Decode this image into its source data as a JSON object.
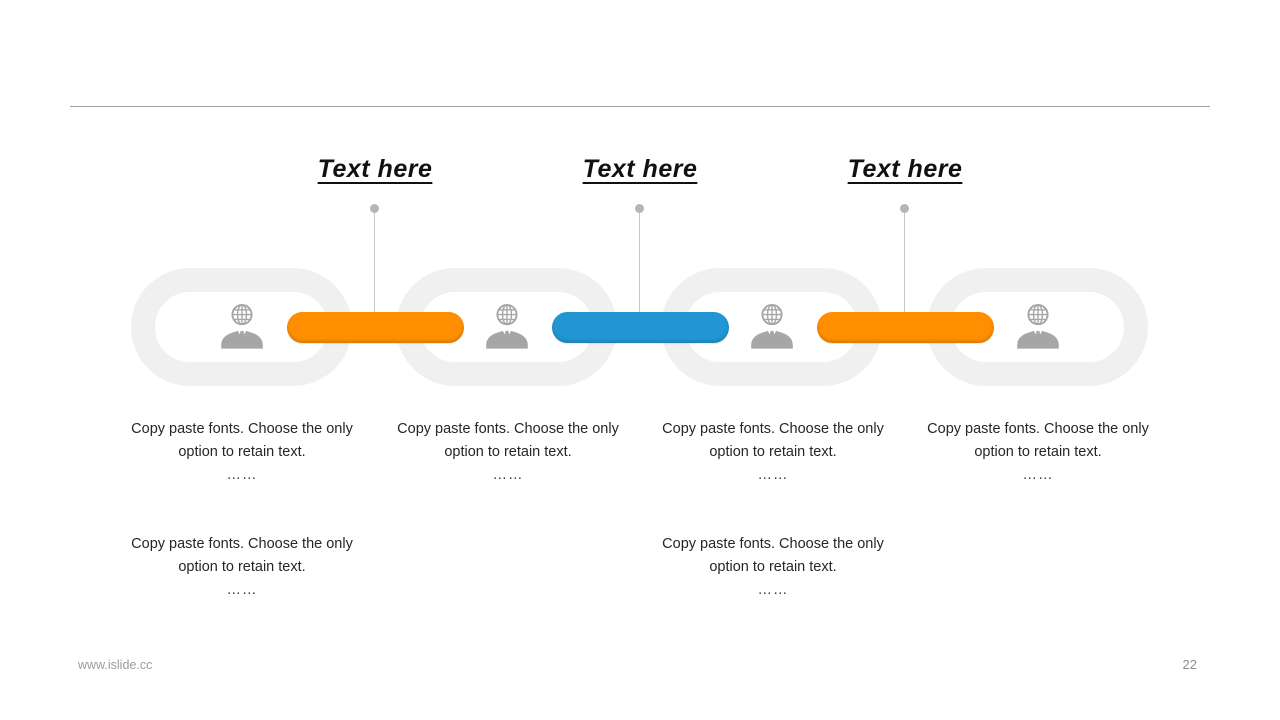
{
  "slide": {
    "footer": {
      "url": "www.islide.cc",
      "page_number": "22"
    }
  },
  "colors": {
    "orange": "#FF8F00",
    "blue": "#2196D3",
    "link_gray": "#F0F0F0",
    "icon_gray": "#A6A6A6"
  },
  "headings": [
    {
      "label": "Text here"
    },
    {
      "label": "Text here"
    },
    {
      "label": "Text here"
    }
  ],
  "chain": {
    "links": [
      {
        "icon": "businessperson-globe-icon"
      },
      {
        "icon": "businessperson-globe-icon"
      },
      {
        "icon": "businessperson-globe-icon"
      },
      {
        "icon": "businessperson-globe-icon"
      }
    ],
    "connectors": [
      {
        "color": "#FF8F00"
      },
      {
        "color": "#2196D3"
      },
      {
        "color": "#FF8F00"
      }
    ]
  },
  "descriptions": {
    "row1": [
      {
        "body": "Copy paste fonts. Choose the only option to retain text.",
        "ellipsis": "……"
      },
      {
        "body": "Copy paste fonts. Choose the only option to retain text.",
        "ellipsis": "……"
      },
      {
        "body": "Copy paste fonts. Choose the only option to retain text.",
        "ellipsis": "……"
      },
      {
        "body": "Copy paste fonts. Choose the only option to retain text.",
        "ellipsis": "……"
      }
    ],
    "row2": [
      {
        "body": "Copy paste fonts. Choose the only option to retain text.",
        "ellipsis": "……"
      },
      {
        "body": "Copy paste fonts. Choose the only option to retain text.",
        "ellipsis": "……"
      }
    ]
  }
}
